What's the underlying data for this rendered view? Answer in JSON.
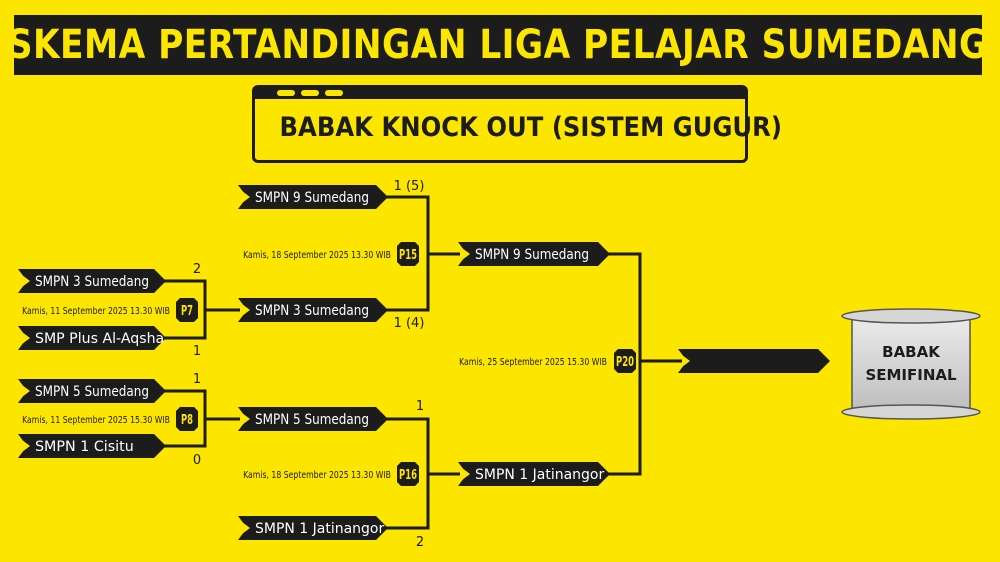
{
  "title": "SKEMA PERTANDINGAN LIGA PELAJAR SUMEDANG",
  "subtitle": "BABAK KNOCK OUT (SISTEM GUGUR)",
  "colors": {
    "background": "#fce600",
    "dark": "#1c1c1c",
    "text_light": "#ffffff",
    "scroll": "#d9d9d9"
  },
  "round1": [
    {
      "code": "P7",
      "date": "Kamis, 11 September 2025 13.30 WIB",
      "teams": [
        {
          "name": "SMPN 3 Sumedang",
          "score": "2"
        },
        {
          "name": "SMP Plus Al-Aqsha",
          "score": "1"
        }
      ]
    },
    {
      "code": "P8",
      "date": "Kamis, 11 September 2025 15.30 WIB",
      "teams": [
        {
          "name": "SMPN 5 Sumedang",
          "score": "1"
        },
        {
          "name": "SMPN 1 Cisitu",
          "score": "0"
        }
      ]
    }
  ],
  "round2": [
    {
      "code": "P15",
      "date": "Kamis, 18 September 2025 13.30 WIB",
      "teams": [
        {
          "name": "SMPN 9 Sumedang",
          "score": "1 (5)"
        },
        {
          "name": "SMPN 3 Sumedang",
          "score": "1 (4)"
        }
      ]
    },
    {
      "code": "P16",
      "date": "Kamis, 18 September 2025 13.30 WIB",
      "teams": [
        {
          "name": "SMPN 5 Sumedang",
          "score": "1"
        },
        {
          "name": "SMPN 1 Jatinangor",
          "score": "2"
        }
      ]
    }
  ],
  "round3": {
    "code": "P20",
    "date": "Kamis, 25 September 2025 15.30 WIB",
    "teams": [
      {
        "name": "SMPN 9 Sumedang"
      },
      {
        "name": "SMPN 1 Jatinangor"
      }
    ]
  },
  "winner": {
    "name": ""
  },
  "next_stage": {
    "line1": "BABAK",
    "line2": "SEMIFINAL"
  }
}
